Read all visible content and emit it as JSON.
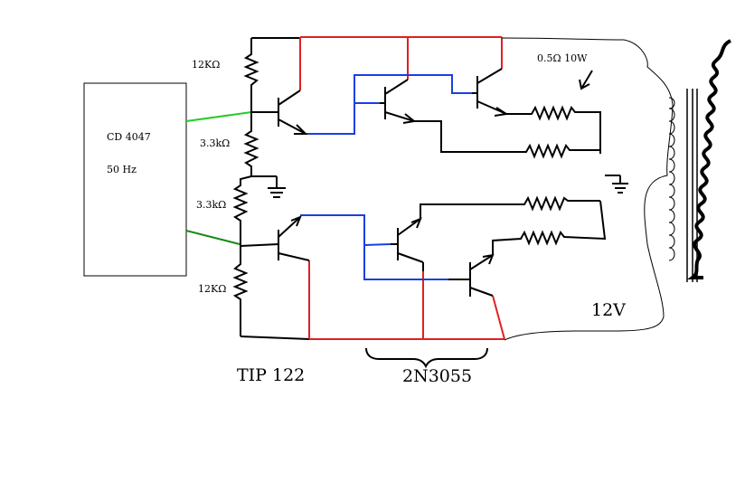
{
  "ic": {
    "name": "CD 4047",
    "freq": "50 Hz"
  },
  "resistors": {
    "r_top": "12KΩ",
    "r_mid1": "3.3kΩ",
    "r_mid2": "3.3kΩ",
    "r_bot": "12KΩ",
    "emitter": "0.5Ω 10W"
  },
  "labels": {
    "driver": "TIP 122",
    "power": "2N3055",
    "supply": "12V"
  },
  "colors": {
    "wire": "#000000",
    "red": "#e02020",
    "blue": "#1a3fe0",
    "green_top": "#22cc22",
    "green_bot": "#1a8a1a",
    "outline": "#000000"
  }
}
